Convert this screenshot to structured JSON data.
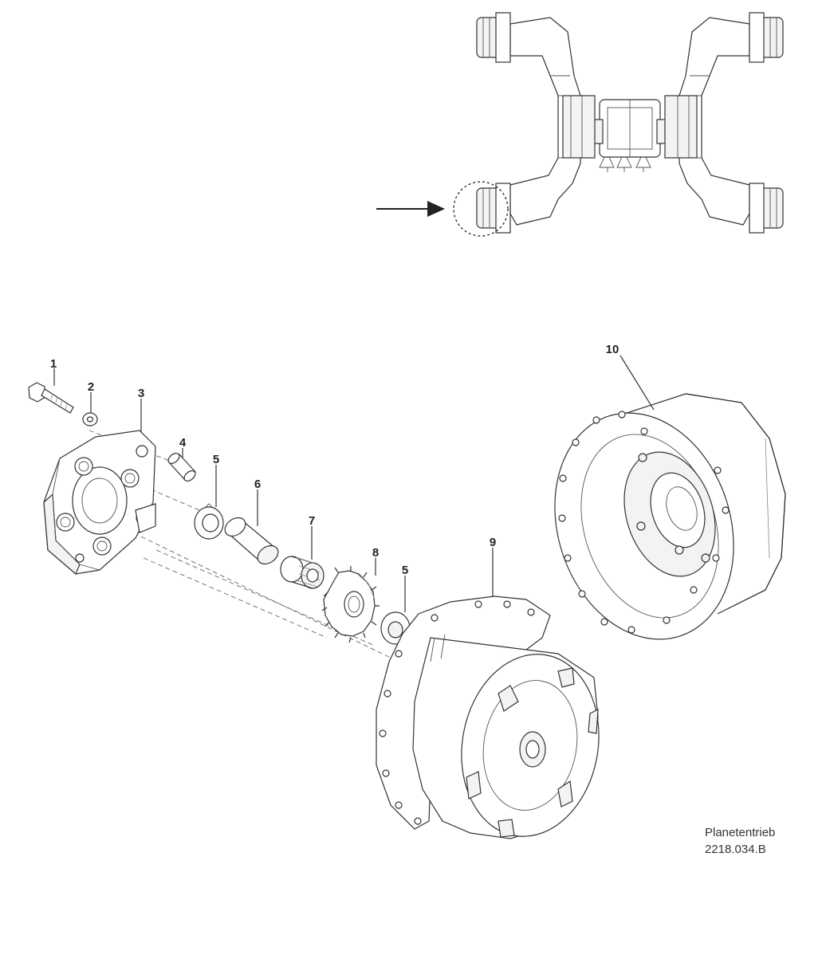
{
  "callouts": [
    {
      "id": "1",
      "label": "1"
    },
    {
      "id": "2",
      "label": "2"
    },
    {
      "id": "3",
      "label": "3"
    },
    {
      "id": "4",
      "label": "4"
    },
    {
      "id": "5a",
      "label": "5"
    },
    {
      "id": "6",
      "label": "6"
    },
    {
      "id": "7",
      "label": "7"
    },
    {
      "id": "8",
      "label": "8"
    },
    {
      "id": "5b",
      "label": "5"
    },
    {
      "id": "9",
      "label": "9"
    },
    {
      "id": "10",
      "label": "10"
    }
  ],
  "caption": {
    "title": "Planetentrieb",
    "code": "2218.034.B"
  }
}
